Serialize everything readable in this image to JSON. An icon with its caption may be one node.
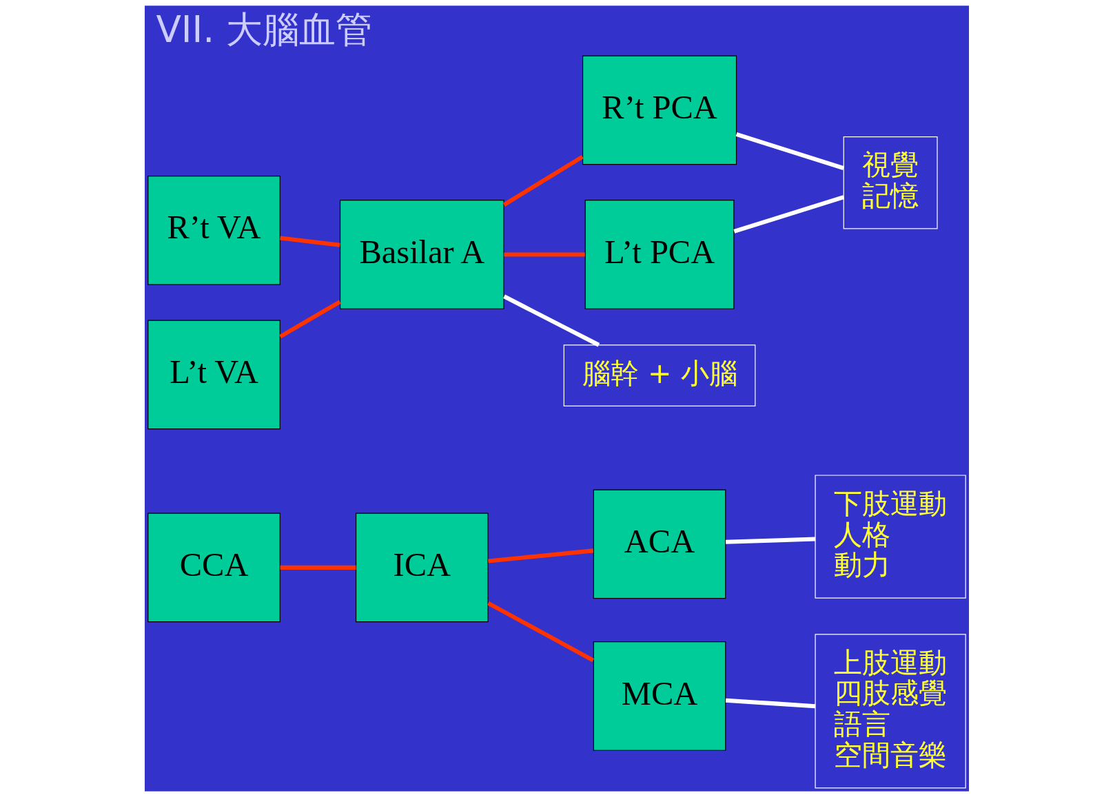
{
  "diagram": {
    "title": "VII. 大腦血管",
    "nodes": [
      {
        "text": [
          "CCA"
        ]
      },
      {
        "text": [
          "ICA"
        ]
      },
      {
        "text": [
          "ACA"
        ]
      },
      {
        "text": [
          "MCA"
        ]
      },
      {
        "text": [
          "R’t VA"
        ]
      },
      {
        "text": [
          "L’t VA"
        ]
      },
      {
        "text": [
          "Basilar A"
        ]
      },
      {
        "text": [
          "R’t PCA"
        ]
      },
      {
        "text": [
          "L’t PCA"
        ]
      },
      {
        "text": [
          "下肢運動",
          "人格",
          "動力"
        ]
      },
      {
        "text": [
          "上肢運動",
          "四肢感覺",
          "語言",
          "空間音樂"
        ]
      },
      {
        "text": [
          "視覺",
          "記憶"
        ]
      },
      {
        "text": [
          "腦幹 + 小腦"
        ]
      }
    ],
    "edges": [
      {
        "from": 0,
        "to": 1,
        "arrow": "none"
      },
      {
        "from": 1,
        "to": 2,
        "arrow": "none"
      },
      {
        "from": 1,
        "to": 3,
        "arrow": "none"
      },
      {
        "from": 4,
        "to": 6,
        "arrow": "none"
      },
      {
        "from": 5,
        "to": 6,
        "arrow": "none"
      },
      {
        "from": 6,
        "to": 7,
        "arrow": "none"
      },
      {
        "from": 6,
        "to": 8,
        "arrow": "none"
      },
      {
        "from": 2,
        "to": 9,
        "arrow": "none",
        "color": "#ffffff"
      },
      {
        "from": 3,
        "to": 10,
        "arrow": "none",
        "color": "#ffffff"
      },
      {
        "from": 7,
        "to": 11,
        "arrow": "none",
        "color": "#ffffff"
      },
      {
        "from": 8,
        "to": 11,
        "arrow": "none",
        "color": "#ffffff"
      },
      {
        "from": 6,
        "to": 12,
        "arrow": "none",
        "color": "#ffffff"
      }
    ]
  }
}
